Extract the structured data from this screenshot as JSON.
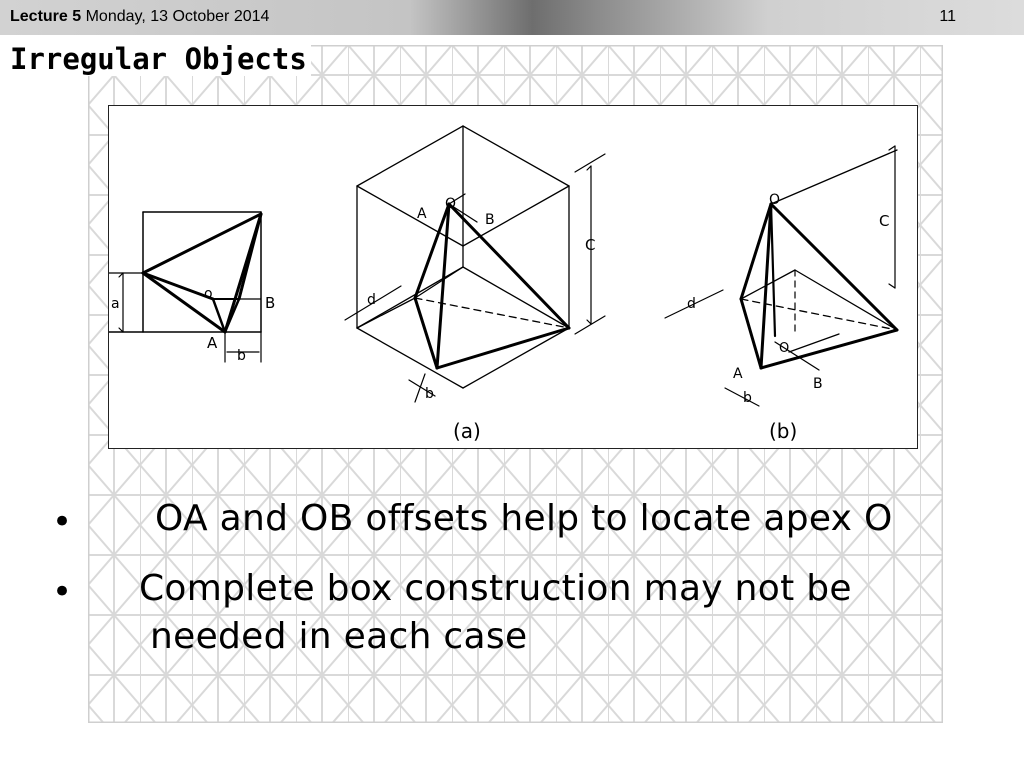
{
  "header": {
    "lecture": "Lecture 5",
    "date": "Monday, 13 October 2014",
    "slide_number": "11"
  },
  "title": "Irregular Objects",
  "figure": {
    "left_labels": {
      "o": "o",
      "B": "B",
      "A": "A",
      "a": "a",
      "b": "b"
    },
    "a": {
      "O": "O",
      "A": "A",
      "B": "B",
      "C": "C",
      "d": "d",
      "b": "b",
      "caption": "(a)"
    },
    "b": {
      "O": "O",
      "A": "A",
      "B": "B",
      "C": "C",
      "d": "d",
      "b": "b",
      "o": "O",
      "caption": "(b)"
    }
  },
  "bullets": [
    {
      "marker": "•",
      "lines": [
        "OA and OB offsets help to locate apex O"
      ]
    },
    {
      "marker": "•",
      "lines": [
        "Complete box construction may not be",
        "needed in each case"
      ]
    }
  ]
}
